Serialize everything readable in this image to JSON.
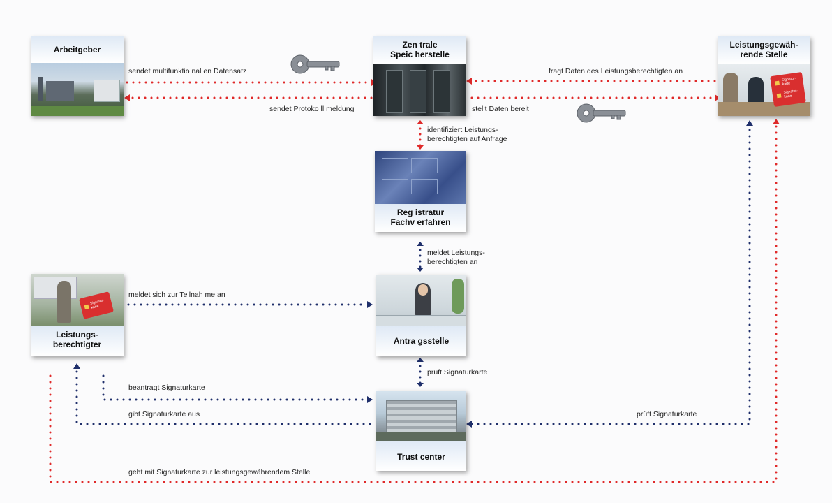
{
  "nodes": {
    "arbeitgeber": "Arbeitgeber",
    "zentrale": "Zen trale\nSpeic herstelle",
    "leistungsgewaehrende": "Leistungsgewäh-\nrende Stelle",
    "registratur": "Reg istratur\nFachv erfahren",
    "leistungsberechtigter": "Leistungs-\nberechtigter",
    "antragsstelle": "Antra gsstelle",
    "trustcenter": "Trust center"
  },
  "edges": {
    "sendet_datensatz": "sendet multifunktio nal en Datensatz",
    "sendet_protokoll": "sendet Protoko ll meldung",
    "fragt_daten": "fragt Daten des Leistungsberechtigten an",
    "stellt_daten": "stellt Daten bereit",
    "identifiziert": "identifiziert Leistungs-\nberechtigten auf Anfrage",
    "meldet_an": "meldet Leistungs-\nberechtigten an",
    "meldet_teilnahme": "meldet sich zur Teilnah me an",
    "prueft_1": "prüft Signaturkarte",
    "beantragt": "beantragt Signaturkarte",
    "gibt_aus": "gibt Signaturkarte aus",
    "prueft_2": "prüft Signaturkarte",
    "geht_mit": "geht mit Signaturkarte zur leistungsgewährendem Stelle"
  },
  "card_text": "Signatur-\nkarte",
  "colors": {
    "red": "#e02a2a",
    "blue": "#1f2f6b",
    "caption_bg": "#dfe9f5"
  }
}
